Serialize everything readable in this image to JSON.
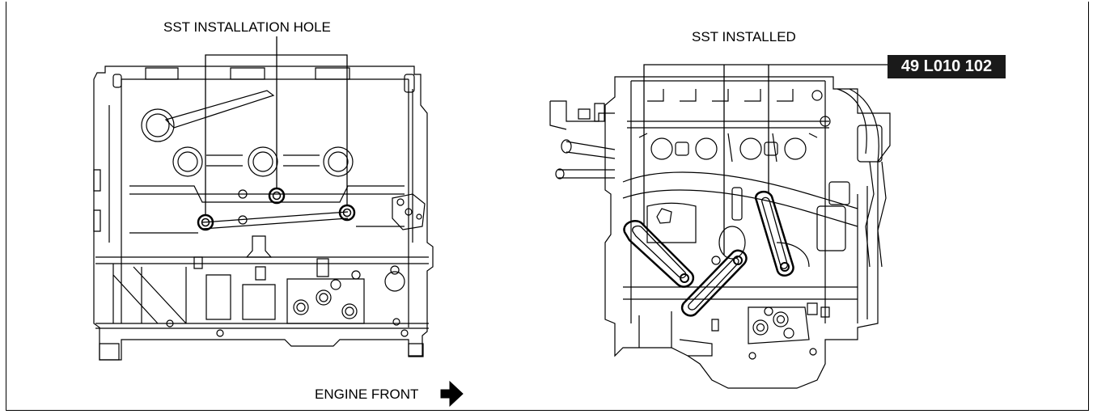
{
  "labels": {
    "sst_installation_hole": "SST INSTALLATION HOLE",
    "sst_installed": "SST INSTALLED",
    "part_number": "49 L010 102",
    "engine_front": "ENGINE FRONT"
  },
  "icons": {
    "direction_arrow": "arrow-right-icon"
  },
  "colors": {
    "line": "#000000",
    "callout_bg": "#1a1a1a",
    "callout_text": "#ffffff"
  }
}
